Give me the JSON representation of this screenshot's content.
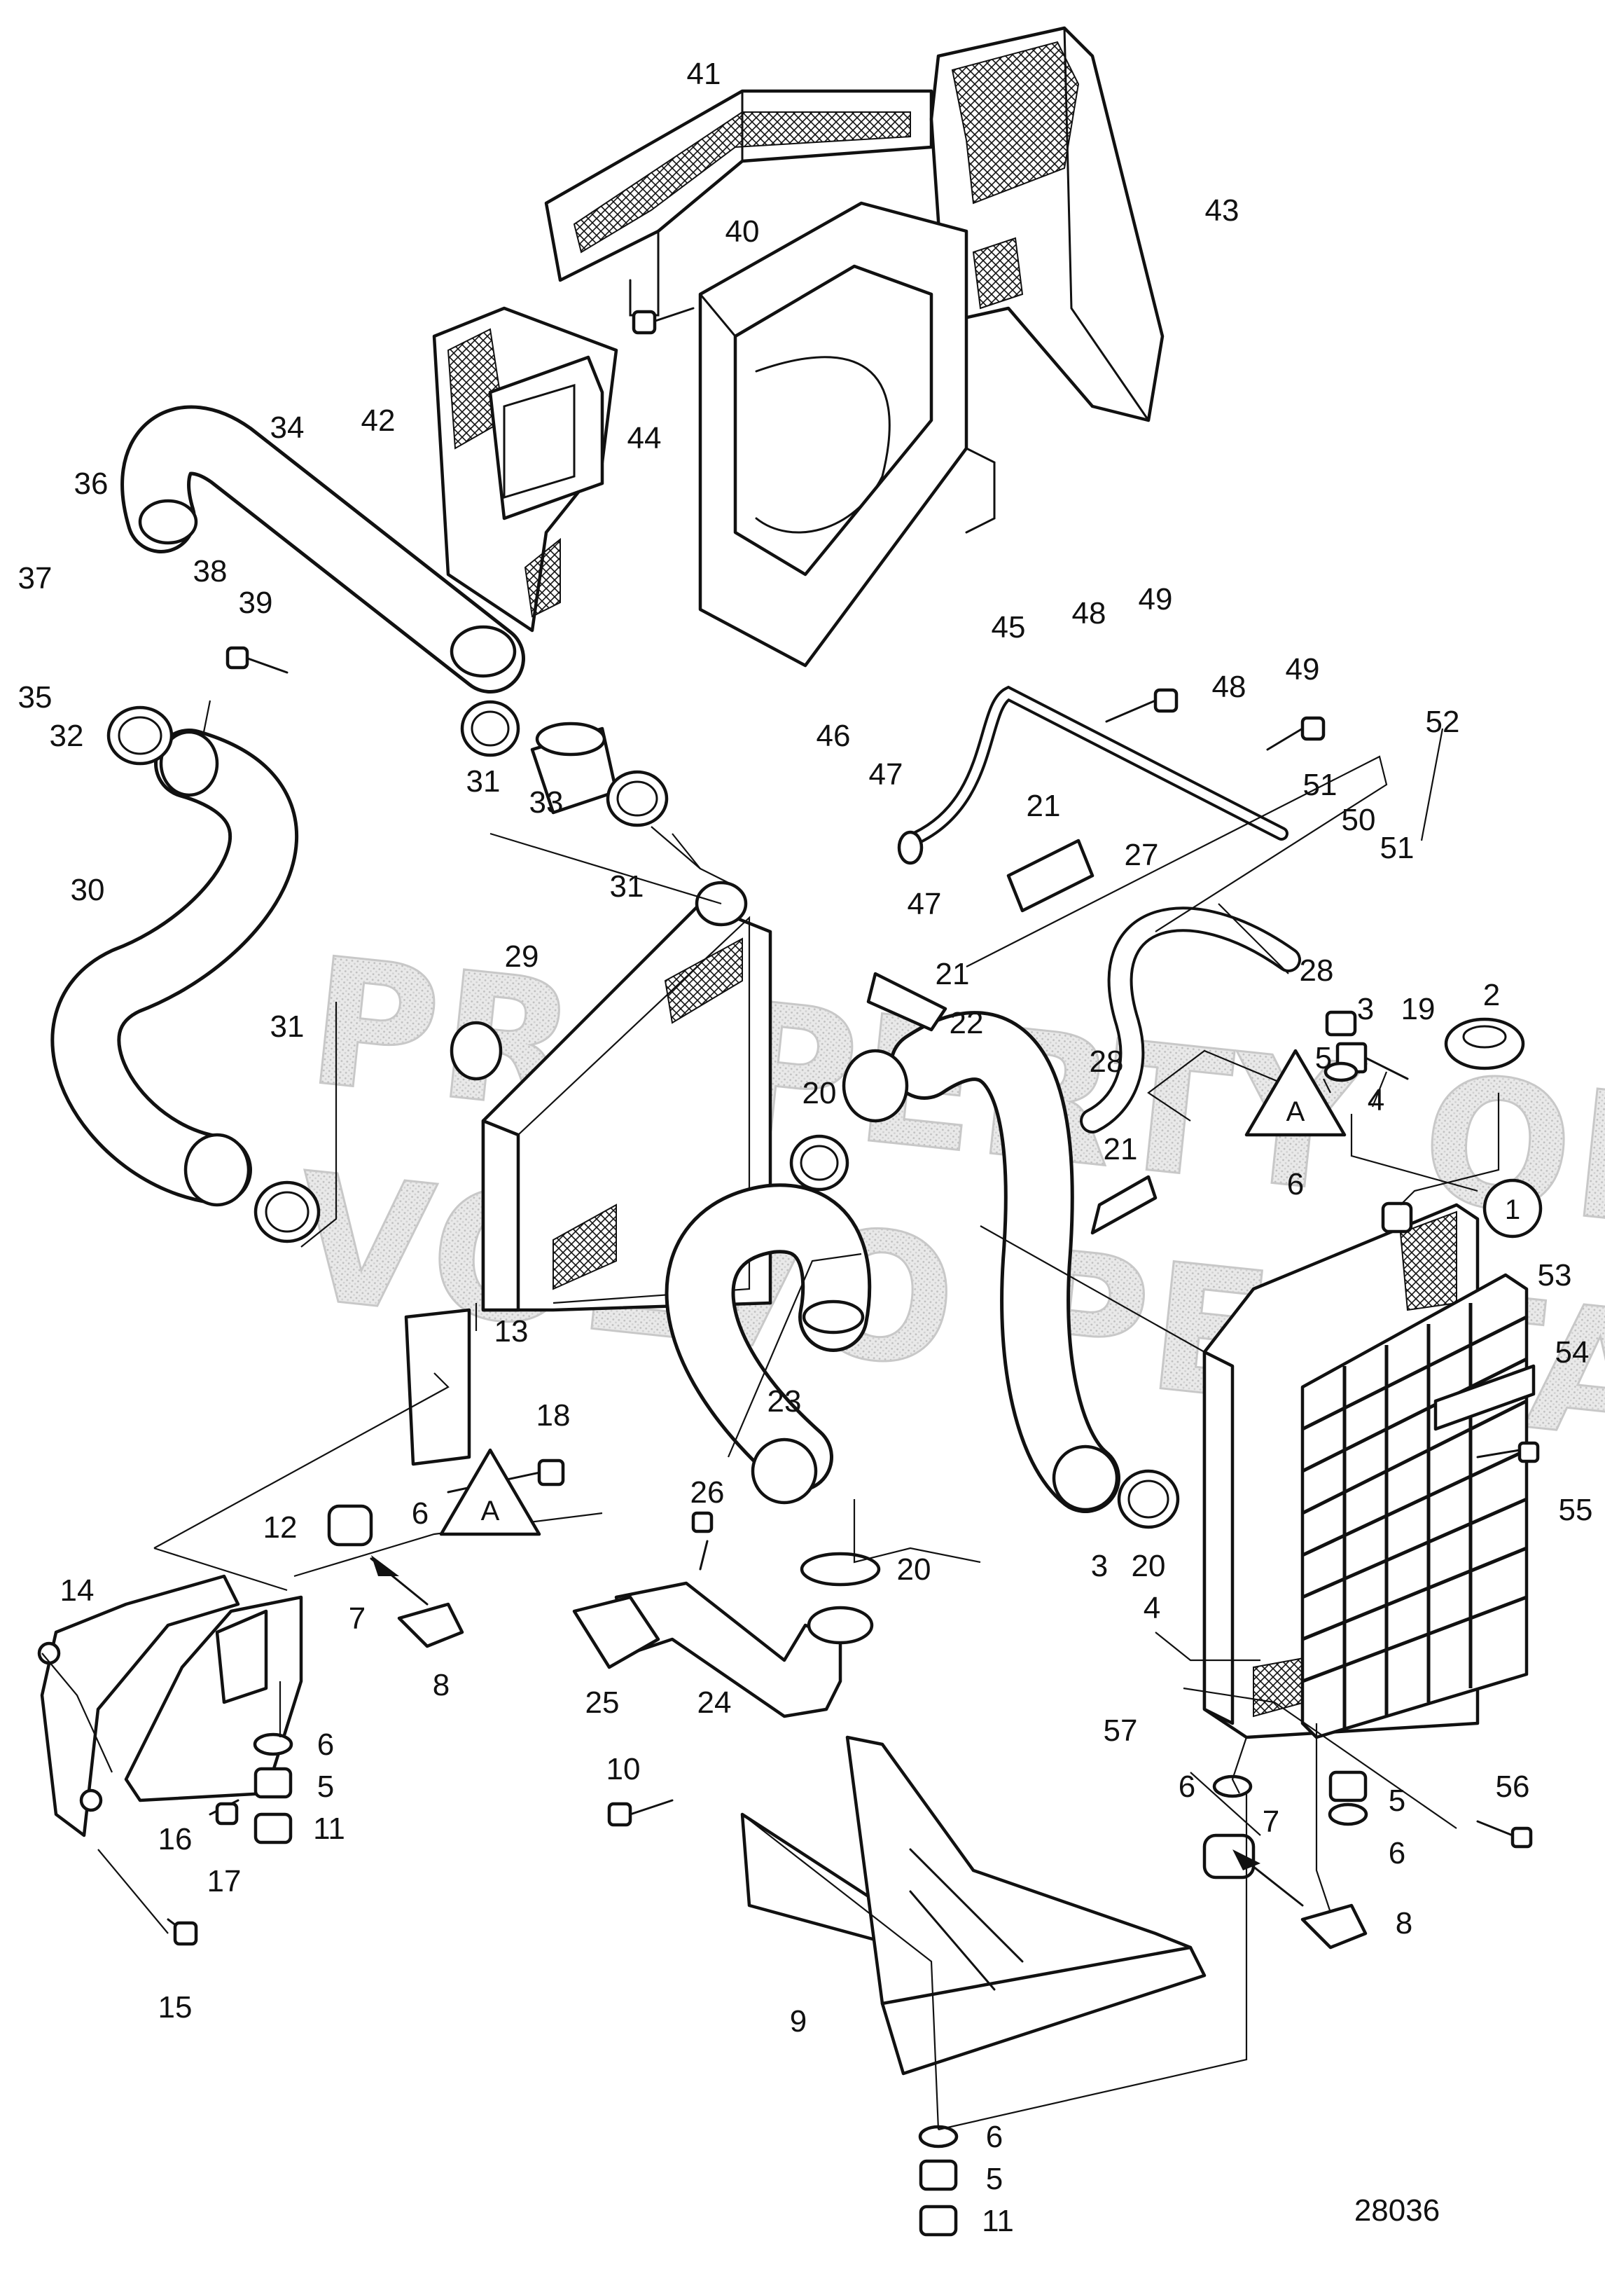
{
  "watermark": {
    "line1": "PROPERTY OF",
    "line2": "VOLVO PENTA"
  },
  "drawing_number": "28036",
  "reference_markers": {
    "circle": "1",
    "triangle": "A"
  },
  "callouts": {
    "c1": "2",
    "c2": "3",
    "c3": "4",
    "c4": "5",
    "c5": "6",
    "c6": "19",
    "c7": "53",
    "c8": "54",
    "c9": "55",
    "c10": "3",
    "c11": "4",
    "c12": "57",
    "c13": "56",
    "c14": "5",
    "c15": "6",
    "c16": "6",
    "c17": "7",
    "c18": "8",
    "c19": "6",
    "c20": "5",
    "c21": "11",
    "c22": "9",
    "c23": "10",
    "c24": "13",
    "c25": "18",
    "c26": "12",
    "c27": "6",
    "c28": "7",
    "c29": "8",
    "c30": "14",
    "c31": "6",
    "c32": "5",
    "c33": "11",
    "c34": "16",
    "c35": "17",
    "c36": "15",
    "c37": "26",
    "c38": "20",
    "c39": "25",
    "c40": "24",
    "c41": "23",
    "c42": "20",
    "c43": "22",
    "c44": "20",
    "c45": "21",
    "c46": "21",
    "c47": "21",
    "c48": "27",
    "c49": "28",
    "c50": "28",
    "c51": "45",
    "c52": "46",
    "c53": "47",
    "c54": "47",
    "c55": "48",
    "c56": "49",
    "c57": "48",
    "c58": "49",
    "c59": "52",
    "c60": "51",
    "c61": "50",
    "c62": "51",
    "c63": "41",
    "c64": "43",
    "c65": "40",
    "c66": "44",
    "c67": "42",
    "c68": "34",
    "c69": "36",
    "c70": "37",
    "c71": "38",
    "c72": "39",
    "c73": "35",
    "c74": "32",
    "c75": "31",
    "c76": "33",
    "c77": "31",
    "c78": "30",
    "c79": "29",
    "c80": "31"
  }
}
